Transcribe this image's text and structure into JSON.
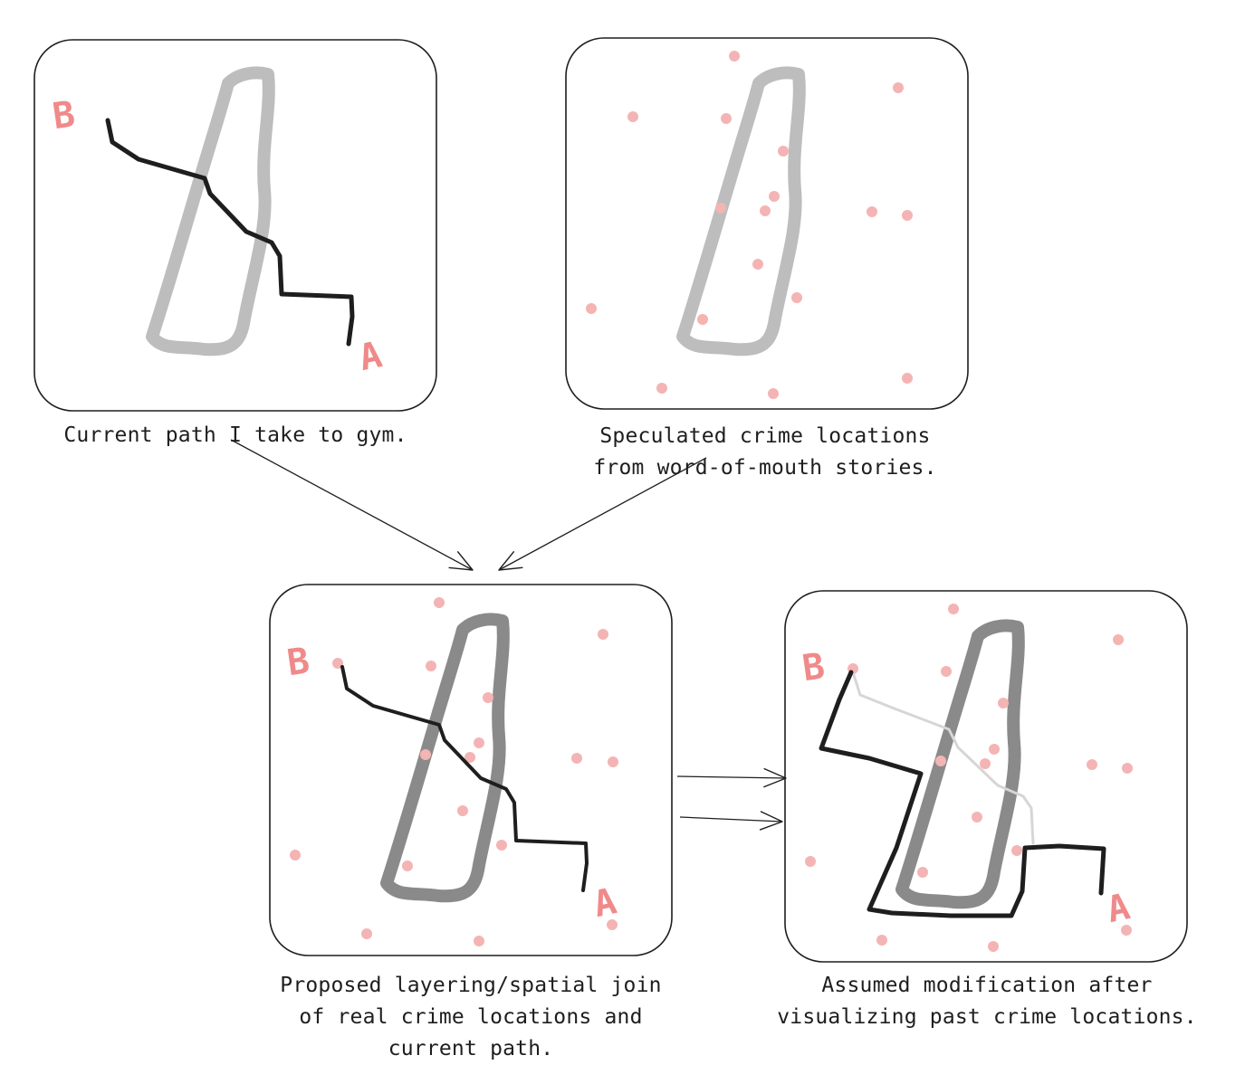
{
  "colors": {
    "ink": "#1e1e1e",
    "river_light": "#bdbdbd",
    "river_dark": "#8a8a8a",
    "crime_dot": "#f4b4b4",
    "label_red": "#f08a8a",
    "old_path": "#d6d6d6"
  },
  "labels": {
    "start": "B",
    "end": "A"
  },
  "panels": {
    "current": {
      "caption": [
        "Current path I take to gym."
      ]
    },
    "speculated": {
      "caption": [
        "Speculated crime locations",
        "from word-of-mouth stories."
      ]
    },
    "proposed": {
      "caption": [
        "Proposed layering/spatial join",
        "of real crime locations and",
        "current path."
      ]
    },
    "modified": {
      "caption": [
        "Assumed modification after",
        "visualizing past crime locations."
      ]
    }
  }
}
